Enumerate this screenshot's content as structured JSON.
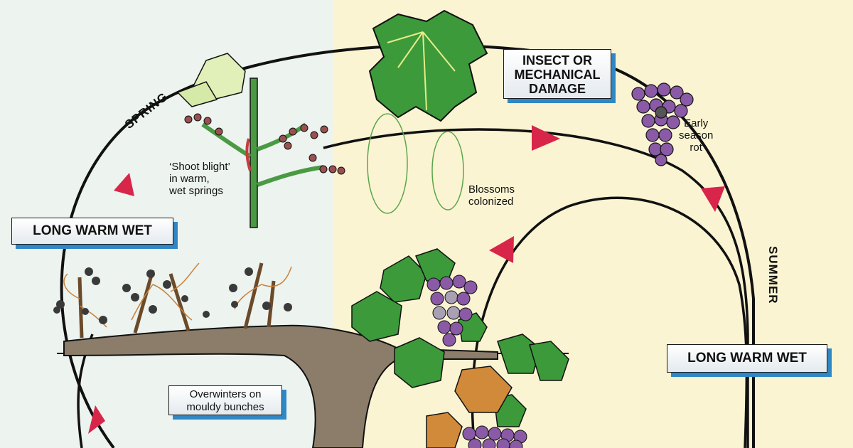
{
  "labels": {
    "top_damage": "INSECT OR\nMECHANICAL\nDAMAGE",
    "left_condition": "LONG WARM WET",
    "right_condition": "LONG WARM WET",
    "overwinter": "Overwinters on\nmouldy bunches"
  },
  "seasons": {
    "spring": "SPRING",
    "summer": "SUMMER"
  },
  "notes": {
    "shoot_blight": "‘Shoot blight’\nin warm,\nwet springs",
    "blossoms": "Blossoms\ncolonized",
    "early_rot": "Early\nseason\nrot"
  },
  "colors": {
    "left_panel_bg": "#edf3ef",
    "right_panel_bg": "#fbf4d2",
    "arrow_red": "#d8254a",
    "label_shadow_blue": "#2f88c5",
    "leaf_green": "#3c9a3a",
    "grape_purple": "#8a5aa6",
    "trunk_brown": "#8b7d6a"
  }
}
